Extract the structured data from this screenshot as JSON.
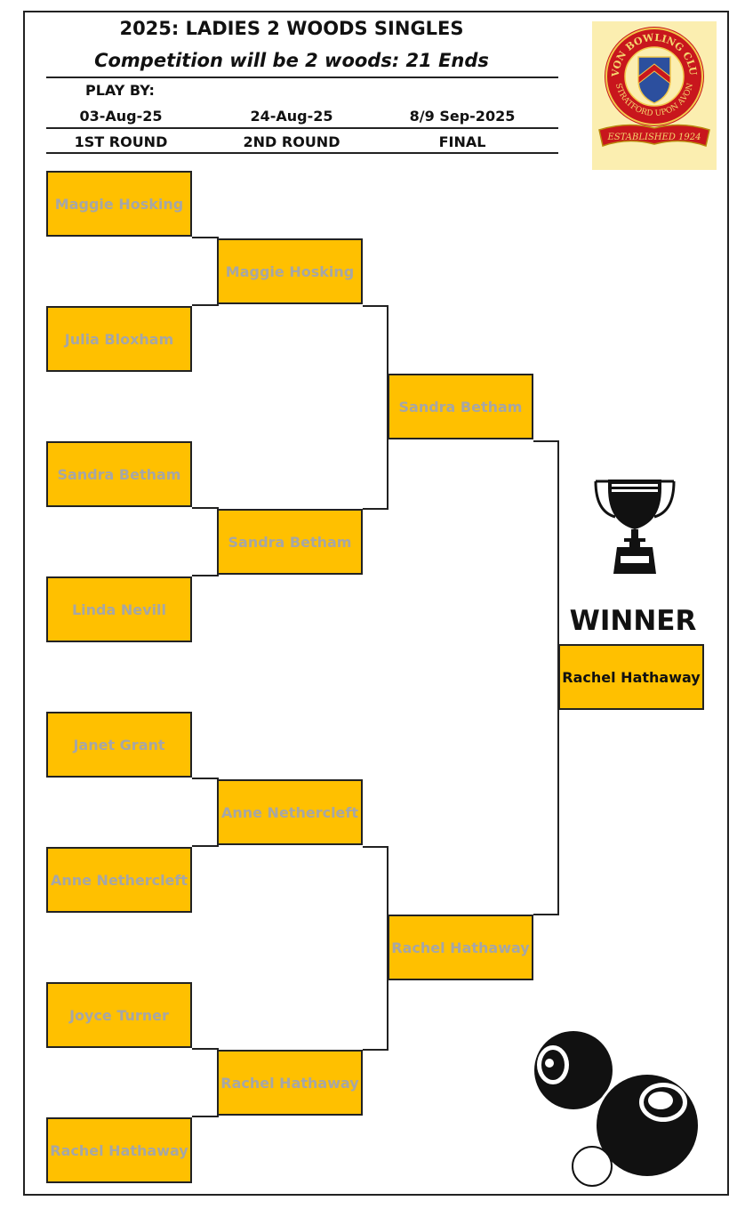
{
  "header": {
    "title": "2025: LADIES 2 WOODS SINGLES",
    "subtitle": "Competition will be 2 woods: 21 Ends",
    "play_by_label": "PLAY BY:",
    "dates": [
      "03-Aug-25",
      "24-Aug-25",
      "8/9 Sep-2025"
    ],
    "rounds": [
      "1ST ROUND",
      "2ND ROUND",
      "FINAL"
    ]
  },
  "logo": {
    "club_name": "AVON BOWLING CLUB",
    "town": "STRATFORD UPON AVON",
    "established": "ESTABLISHED 1924"
  },
  "bracket": {
    "round1": [
      "Maggie Hosking",
      "Julia Bloxham",
      "Sandra Betham",
      "Linda Nevill",
      "Janet Grant",
      "Anne Nethercleft",
      "Joyce Turner",
      "Rachel Hathaway"
    ],
    "round2": [
      "Maggie Hosking",
      "Sandra Betham",
      "Anne Nethercleft",
      "Rachel Hathaway"
    ],
    "final": [
      "Sandra Betham",
      "Rachel Hathaway"
    ],
    "winner_label": "WINNER",
    "winner": "Rachel Hathaway"
  },
  "colors": {
    "box_fill": "#ffc000",
    "loser_text": "#a6a6a6",
    "winner_text": "#111111"
  },
  "icons": [
    "trophy-icon",
    "bowls-balls-icon"
  ]
}
